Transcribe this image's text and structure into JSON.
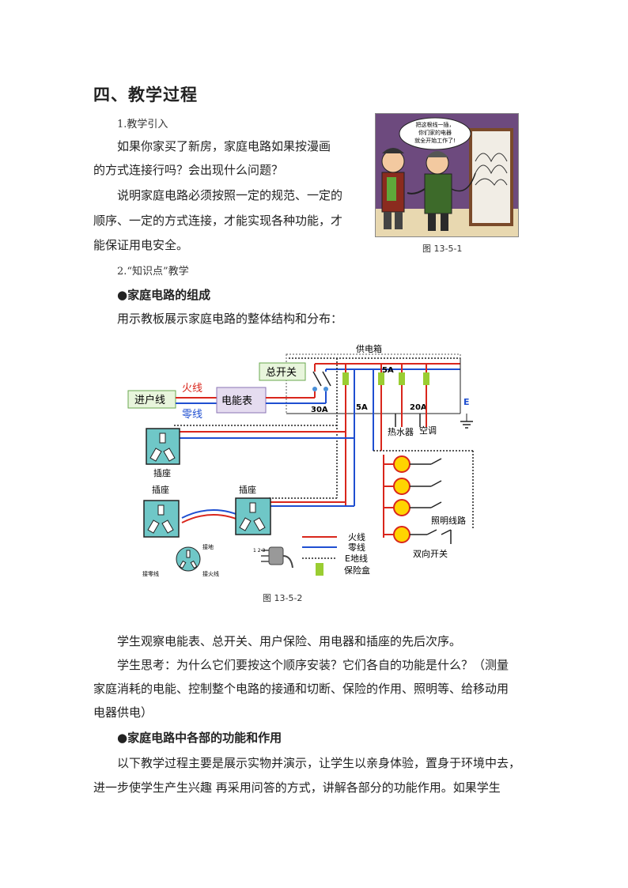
{
  "section_title": "四、教学过程",
  "intro_label": "1.教学引入",
  "intro_p1_line1": "如果你家买了新房，家庭电路如果按漫画",
  "intro_p1_line2": "的方式连接行吗？会出现什么问题？",
  "intro_p2_line1": "说明家庭电路必须按照一定的规范、一定的",
  "intro_p2_line2": "顺序、一定的方式连接，才能实现各种功能，才",
  "intro_p2_line3": "能保证用电安全。",
  "cartoon_speech": [
    "把这根线一插，",
    "你们家的电器",
    "就全开始工作了!"
  ],
  "fig1_caption": "图 13-5-1",
  "knowledge_label": "2.“知识点”教学",
  "bullet1": "●家庭电路的组成",
  "bullet1_text": "用示教板展示家庭电路的整体结构和分布：",
  "diagram": {
    "supply_box": "供电箱",
    "main_switch": "总开关",
    "incoming": "进户线",
    "live": "火线",
    "neutral": "零线",
    "meter": "电能表",
    "amp_30": "30A",
    "amp_5a_1": "5A",
    "amp_5a_2": "5A",
    "amp_20": "20A",
    "earth": "E",
    "water_heater": "热水器",
    "aircon": "空调",
    "socket1": "插座",
    "socket2": "插座",
    "socket3": "插座",
    "lighting": "照明线路",
    "two_way_switch": "双向开关",
    "plug_earth": "接地",
    "plug_neutral": "接零线",
    "plug_live": "接火线",
    "plug_pins": "1 2 3",
    "legend_live": "火线",
    "legend_neutral": "零线",
    "legend_earth": "E地线",
    "legend_fuse": "保险盒",
    "colors": {
      "live": "#d9261c",
      "neutral": "#1f4fd1",
      "earth": "#222222",
      "fuse": "#9acd32",
      "bulb": "#ffd400"
    }
  },
  "fig2_caption": "图 13-5-2",
  "obs_line": "学生观察电能表、总开关、用户保险、用电器和插座的先后次序。",
  "think_line1": "学生思考：为什么它们要按这个顺序安装？它们各自的功能是什么？（测量",
  "think_line2": "家庭消耗的电能、控制整个电路的接通和切断、保险的作用、照明等、给移动用",
  "think_line3": "电器供电）",
  "bullet2": "●家庭电路中各部的功能和作用",
  "last_line1": "以下教学过程主要是展示实物并演示，让学生以亲身体验，置身于环境中去，",
  "last_line2": "进一步使学生产生兴趣 再采用问答的方式，讲解各部分的功能作用。如果学生"
}
